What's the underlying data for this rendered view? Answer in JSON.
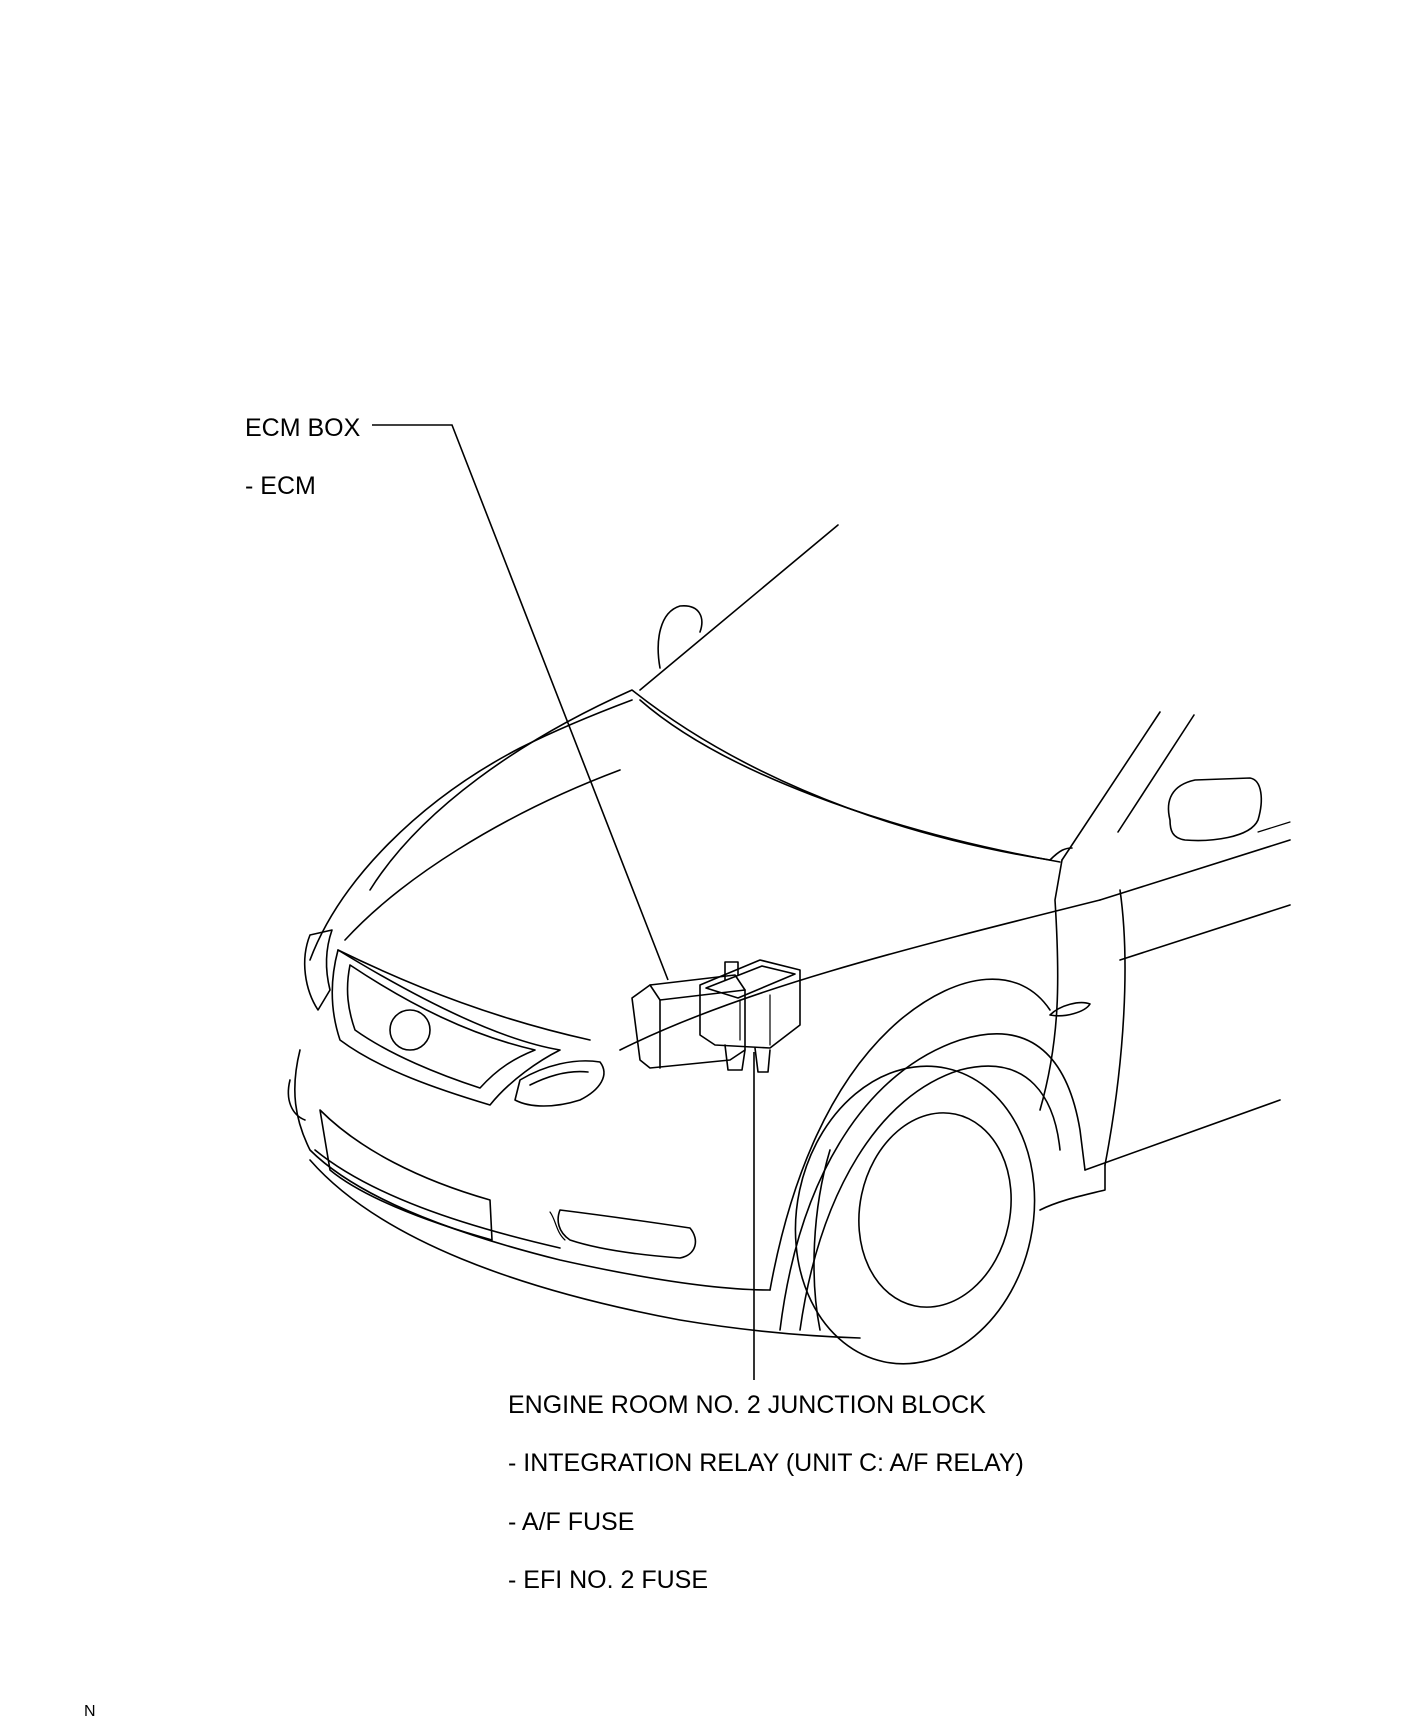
{
  "callouts": {
    "ecm_box": {
      "title": "ECM BOX",
      "items": [
        "- ECM"
      ]
    },
    "junction_block": {
      "title": "ENGINE ROOM NO. 2 JUNCTION BLOCK",
      "items": [
        "- INTEGRATION RELAY (UNIT C: A/F RELAY)",
        "- A/F FUSE",
        "- EFI NO. 2 FUSE"
      ]
    }
  },
  "corner_mark": "N",
  "colors": {
    "line": "#000000",
    "background": "#ffffff"
  }
}
